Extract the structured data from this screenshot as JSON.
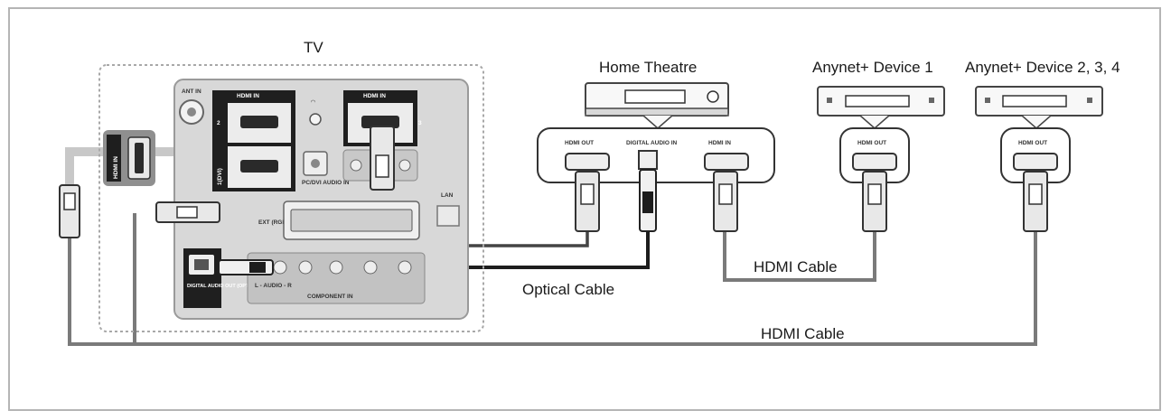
{
  "labels": {
    "tv": "TV",
    "home_theatre": "Home Theatre",
    "device1": "Anynet+ Device 1",
    "device234": "Anynet+ Device 2, 3, 4",
    "optical_cable": "Optical Cable",
    "hdmi_cable_1": "HDMI Cable",
    "hdmi_cable_2": "HDMI Cable"
  },
  "ports": {
    "tv_hdmi_in_left": "HDMI IN",
    "tv_hdmi_in_top": "HDMI IN",
    "tv_hdmi_in_right": "HDMI IN",
    "tv_hdmi_2": "2",
    "tv_hdmi_1": "1(DVI)",
    "tv_hdmi_3": "3",
    "tv_ant_in": "ANT IN",
    "tv_pc_dvi_audio": "PC/DVI AUDIO IN",
    "tv_lan": "LAN",
    "tv_ext": "EXT (RGB)",
    "tv_digital_audio_out": "DIGITAL AUDIO OUT (OPTICAL)",
    "tv_component_in": "COMPONENT IN",
    "tv_audio": "L - AUDIO - R",
    "ht_hdmi_out": "HDMI OUT",
    "ht_digital_audio_in": "DIGITAL AUDIO IN",
    "ht_hdmi_in": "HDMI IN",
    "d1_hdmi_out": "HDMI OUT",
    "d2_hdmi_out": "HDMI OUT"
  }
}
